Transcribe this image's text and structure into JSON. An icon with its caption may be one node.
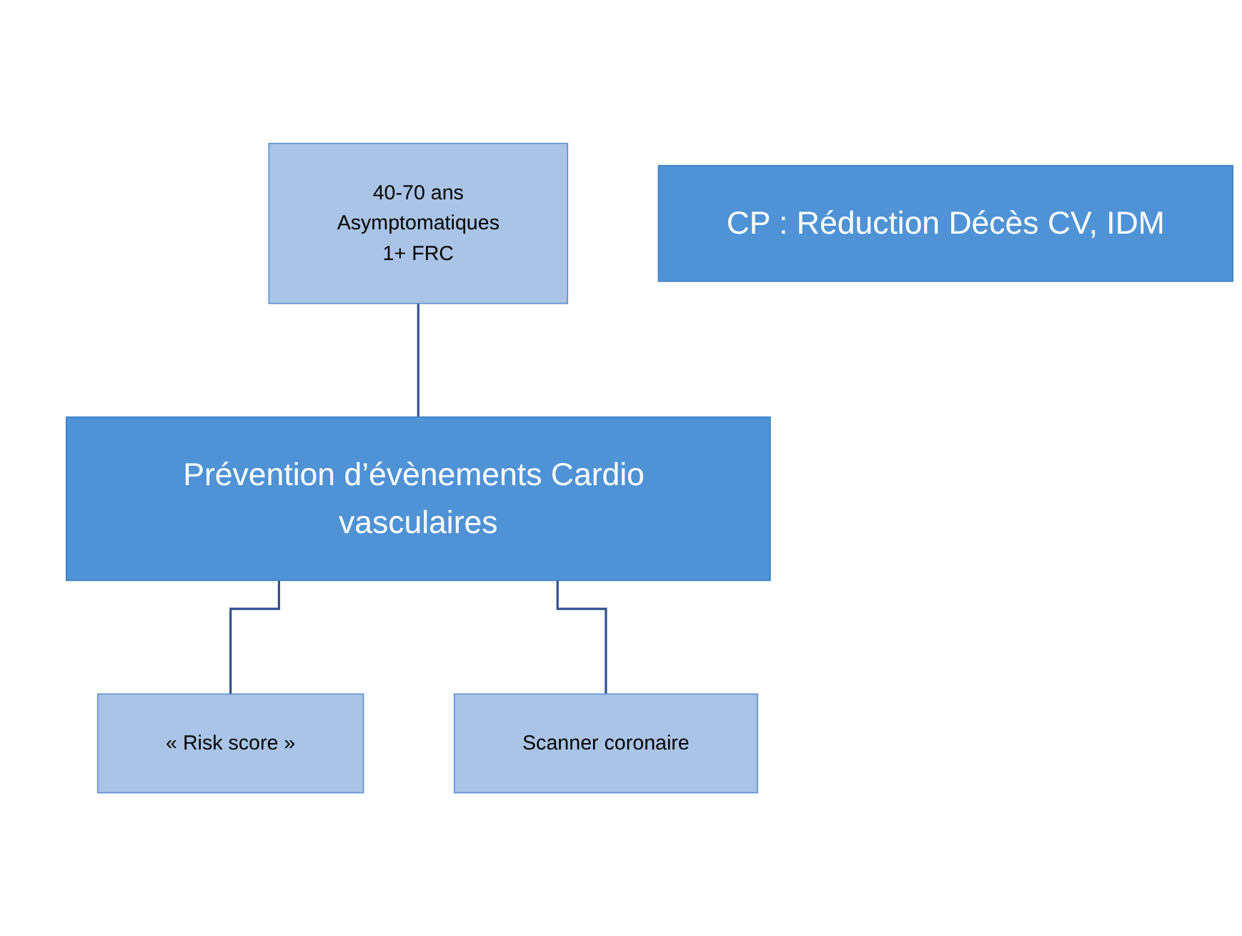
{
  "diagram": {
    "nodes": [
      {
        "text": [
          "40-70 ans",
          "Asymptomatiques",
          "1+ FRC"
        ]
      },
      {
        "text": [
          "Prévention d’évènements Cardio vasculaires"
        ]
      },
      {
        "text": [
          "« Risk score »"
        ]
      },
      {
        "text": [
          "Scanner coronaire"
        ]
      },
      {
        "text": [
          "CP : Réduction Décès CV, IDM"
        ]
      }
    ],
    "edges": [
      {
        "from": 0,
        "to": 1,
        "arrow": "none"
      },
      {
        "from": 1,
        "to": 2,
        "arrow": "none"
      },
      {
        "from": 1,
        "to": 3,
        "arrow": "none"
      }
    ]
  }
}
